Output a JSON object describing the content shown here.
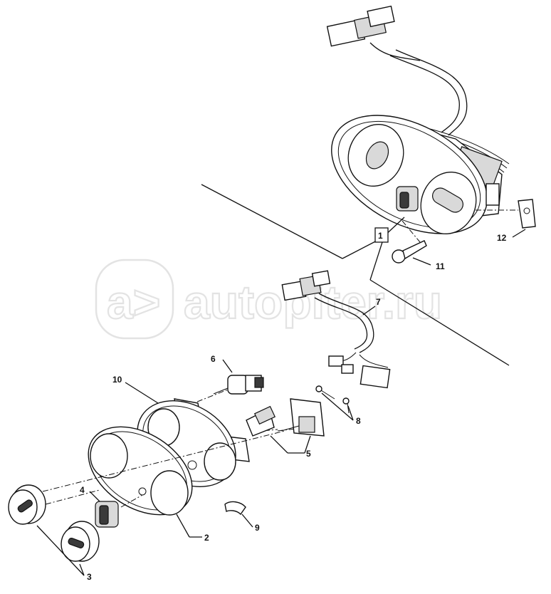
{
  "callouts": [
    {
      "id": "1",
      "label": "1"
    },
    {
      "id": "2",
      "label": "2"
    },
    {
      "id": "3",
      "label": "3"
    },
    {
      "id": "4",
      "label": "4"
    },
    {
      "id": "5",
      "label": "5"
    },
    {
      "id": "6",
      "label": "6"
    },
    {
      "id": "7",
      "label": "7"
    },
    {
      "id": "8",
      "label": "8"
    },
    {
      "id": "9",
      "label": "9"
    },
    {
      "id": "10",
      "label": "10"
    },
    {
      "id": "11",
      "label": "11"
    },
    {
      "id": "12",
      "label": "12"
    }
  ],
  "watermark": {
    "text": "autopiter.ru"
  }
}
